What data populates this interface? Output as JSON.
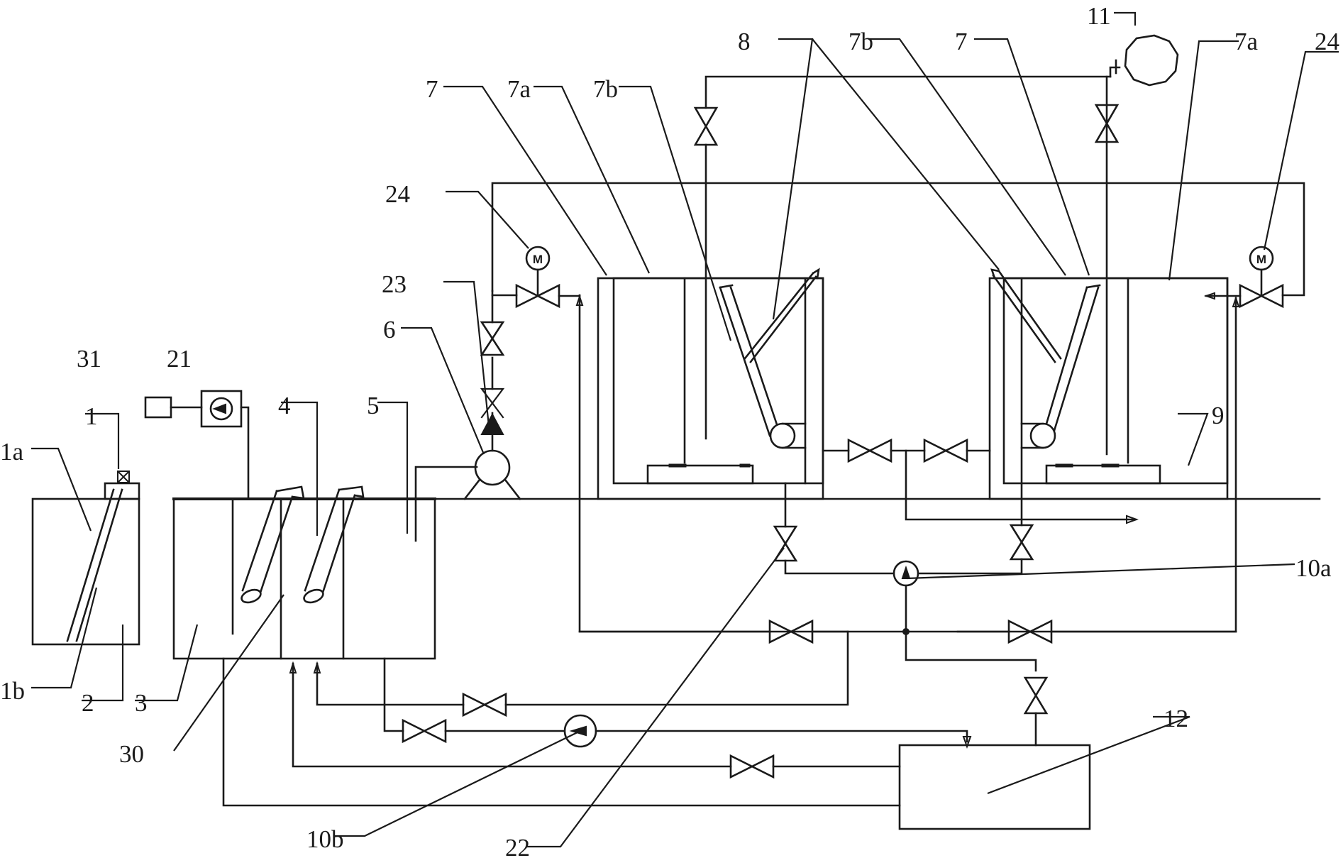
{
  "diagram": {
    "labels": {
      "l_1": "1",
      "l_1a": "1a",
      "l_1b": "1b",
      "l_2": "2",
      "l_3": "3",
      "l_4": "4",
      "l_5": "5",
      "l_6": "6",
      "l_7_left": "7",
      "l_7a_left": "7a",
      "l_7b_left": "7b",
      "l_8": "8",
      "l_7b_right": "7b",
      "l_7_right": "7",
      "l_11": "11",
      "l_7a_right": "7a",
      "l_24_right": "24",
      "l_24_left": "24",
      "l_23": "23",
      "l_31": "31",
      "l_21": "21",
      "l_9": "9",
      "l_10a": "10a",
      "l_12": "12",
      "l_30": "30",
      "l_10b": "10b",
      "l_22": "22"
    },
    "motor_symbol": "M"
  }
}
